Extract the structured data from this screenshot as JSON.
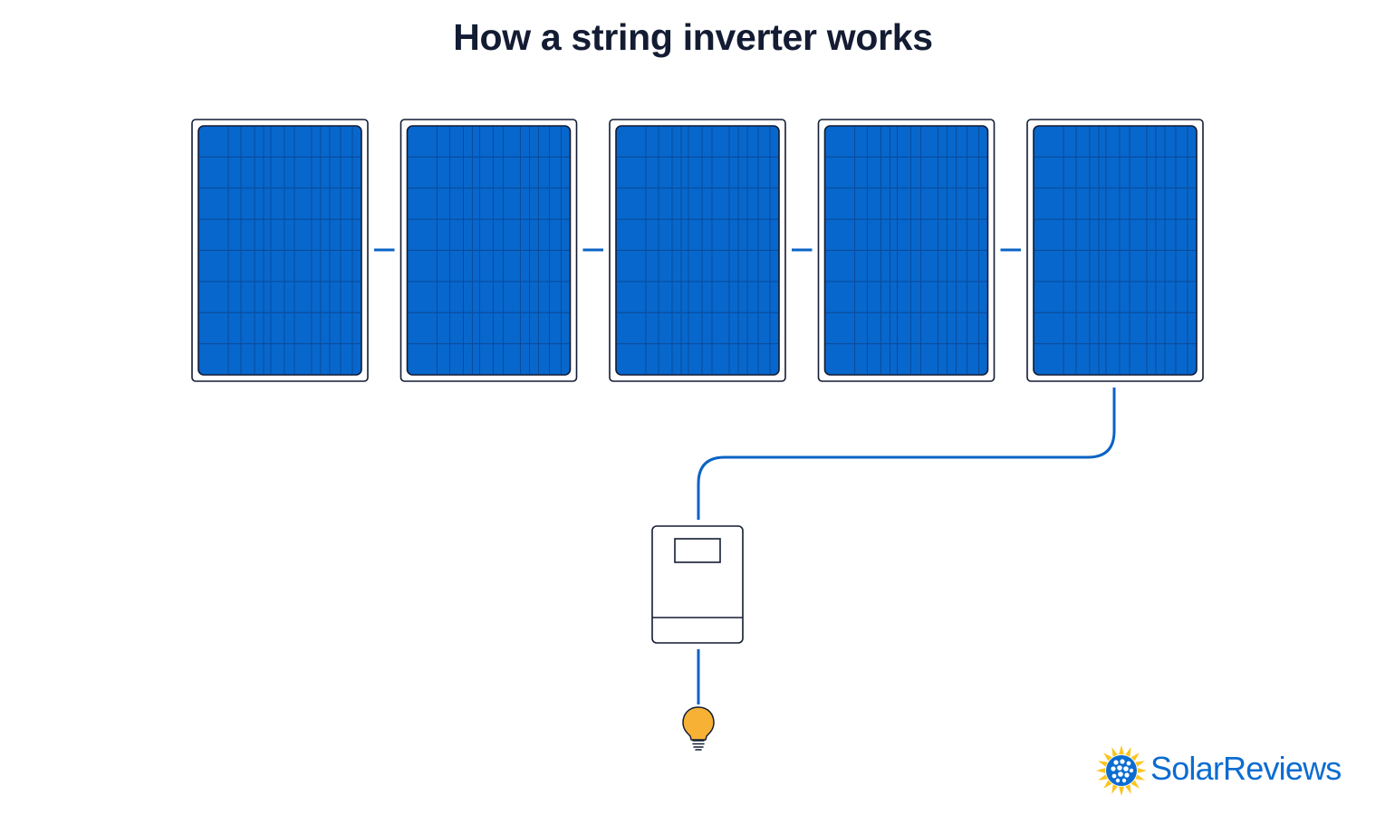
{
  "title": "How a string inverter works",
  "panels": [
    {
      "id": "panel-1"
    },
    {
      "id": "panel-2"
    },
    {
      "id": "panel-3"
    },
    {
      "id": "panel-4"
    },
    {
      "id": "panel-5"
    }
  ],
  "components": {
    "inverter": {
      "icon": "inverter-icon"
    },
    "load": {
      "icon": "lightbulb-icon"
    }
  },
  "brand": {
    "name": "SolarReviews",
    "logo_icon": "sun-logo-icon"
  },
  "colors": {
    "panel_cell": "#0767cc",
    "panel_outline": "#131c33",
    "wire": "#0b63c5",
    "bulb": "#f7b235",
    "logo_sun": "#fbc51b",
    "brand_text": "#0b6cd1",
    "title_text": "#131c33"
  }
}
